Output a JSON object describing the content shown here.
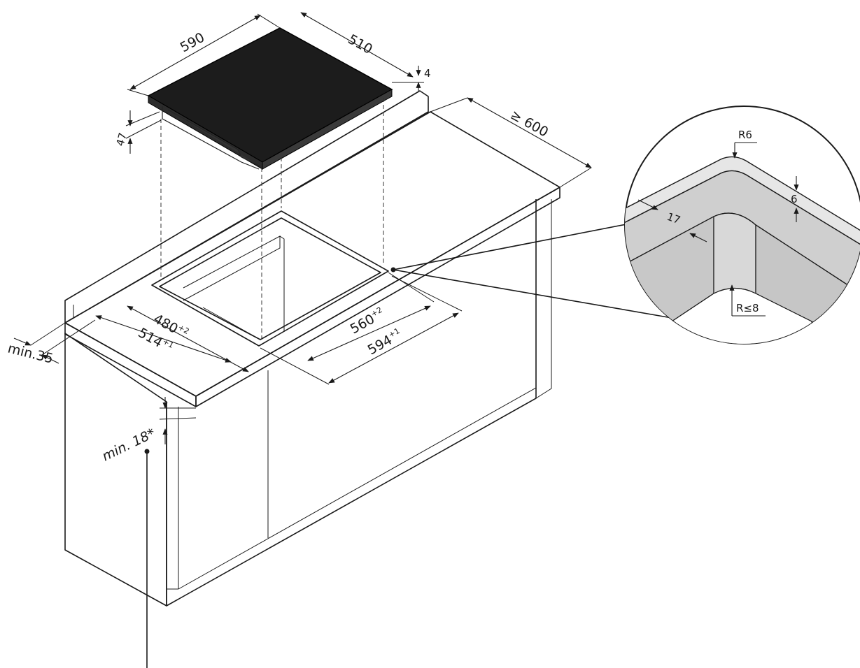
{
  "hob": {
    "width_label": "590",
    "depth_label": "510",
    "glass_thickness_label": "4",
    "height_label": "47"
  },
  "worktop": {
    "depth_label": "≥ 600",
    "min_front_label": "min.35",
    "thickness_label": "min. 18*"
  },
  "cutout": {
    "inner_depth": "480",
    "inner_depth_tol": "+2",
    "outer_depth": "514",
    "outer_depth_tol": "+1",
    "inner_width": "560",
    "inner_width_tol": "+2",
    "outer_width": "594",
    "outer_width_tol": "+1"
  },
  "detail": {
    "radius_top_label": "R6",
    "step_depth_label": "6",
    "step_width_label": "17",
    "radius_bottom_label": "R≤8"
  },
  "colors": {
    "line": "#1a1a1a",
    "hob_glass": "#1c1c1c",
    "worktop_top": "#e8e8e8",
    "worktop_edge": "#d4d4d4",
    "cabinet": "#ffffff",
    "detail_fill": "#d0d0d0"
  }
}
